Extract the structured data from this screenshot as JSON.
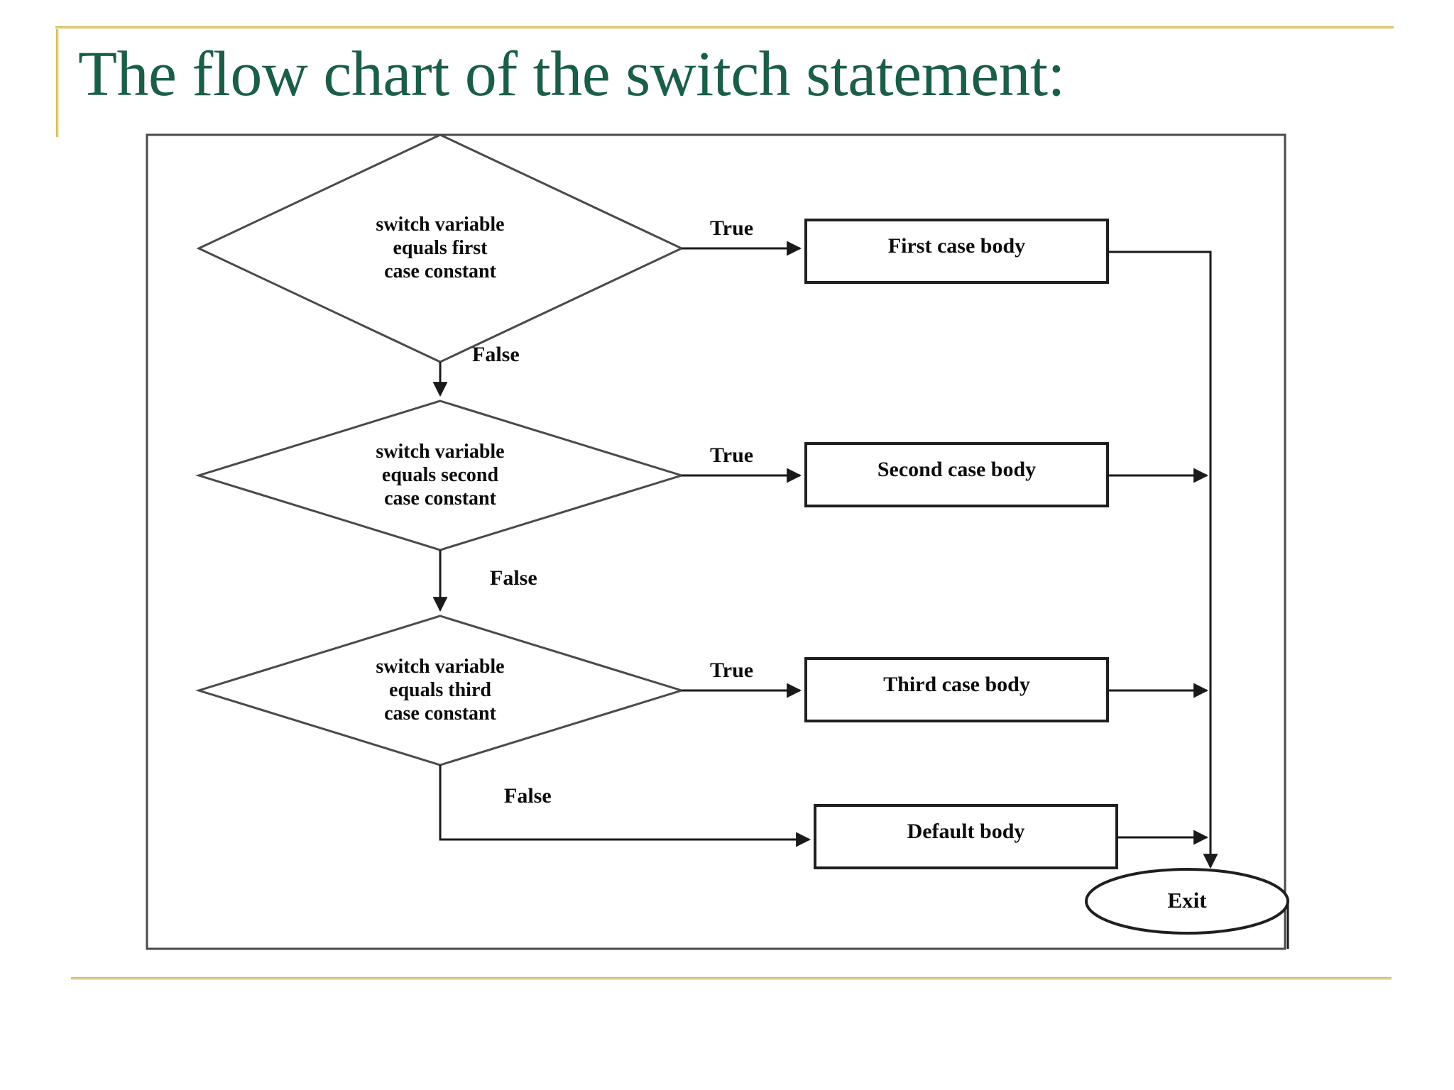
{
  "slide": {
    "title": "The flow chart of the switch statement:",
    "title_color": "#1b5e47",
    "accent_rule_color": "#cdb255",
    "background_color": "#ffffff",
    "stroke_color": "#3a3a3a"
  },
  "diagram": {
    "type": "flowchart",
    "decisions": [
      {
        "id": "decision-first",
        "text": "switch variable\nequals first\ncase constant",
        "true_label": "True",
        "false_label": "False",
        "true_target": "First case body",
        "false_target": "switch variable equals second case constant"
      },
      {
        "id": "decision-second",
        "text": "switch variable\nequals second\ncase constant",
        "true_label": "True",
        "false_label": "False",
        "true_target": "Second case body",
        "false_target": "switch variable equals third case constant"
      },
      {
        "id": "decision-third",
        "text": "switch variable\nequals third\ncase constant",
        "true_label": "True",
        "false_label": "False",
        "true_target": "Third case body",
        "false_target": "Default body"
      }
    ],
    "processes": [
      {
        "id": "process-first",
        "text": "First case body"
      },
      {
        "id": "process-second",
        "text": "Second case body"
      },
      {
        "id": "process-third",
        "text": "Third case body"
      },
      {
        "id": "process-default",
        "text": "Default body"
      }
    ],
    "terminator": {
      "id": "terminator-exit",
      "text": "Exit"
    }
  }
}
